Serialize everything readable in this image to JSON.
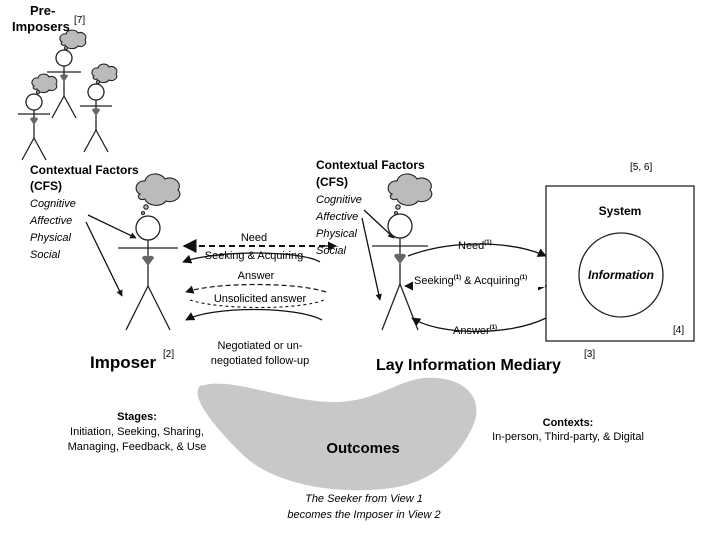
{
  "preimposers": {
    "title_line1": "Pre-",
    "title_line2": "Imposers",
    "ref": "[7]"
  },
  "imposer_factors": {
    "title_line1": "Contextual Factors",
    "title_line2": "(CFS)",
    "items": [
      "Cognitive",
      "Affective",
      "Physical",
      "Social"
    ]
  },
  "mediary_factors": {
    "title_line1": "Contextual Factors",
    "title_line2": "(CFS)",
    "items": [
      "Cognitive",
      "Affective",
      "Physical",
      "Social"
    ]
  },
  "exchange": {
    "need": "Need",
    "seeking": "Seeking & Acquiring",
    "answer": "Answer",
    "unsolicited": "Unsolicited answer",
    "followup_line1": "Negotiated or un-",
    "followup_line2": "negotiated follow-up"
  },
  "system": {
    "ref_top": "[5, 6]",
    "title": "System",
    "circle_label": "Information",
    "ref_bottom": "[4]",
    "need": "Need",
    "seeking": "Seeking",
    "acquiring": " & Acquiring",
    "answer": "Answer",
    "sup": "(1)"
  },
  "imposer": {
    "label": "Imposer",
    "ref": "[2]"
  },
  "mediary": {
    "label": "Lay Information Mediary",
    "ref": "[3]"
  },
  "stages": {
    "title": "Stages:",
    "line1": "Initiation, Seeking, Sharing,",
    "line2": "Managing, Feedback, & Use"
  },
  "contexts": {
    "title": "Contexts:",
    "line1": "In-person, Third-party, & Digital"
  },
  "outcomes": {
    "label": "Outcomes"
  },
  "caption": {
    "line1": "The Seeker from View 1",
    "line2": "becomes the Imposer in View 2"
  }
}
